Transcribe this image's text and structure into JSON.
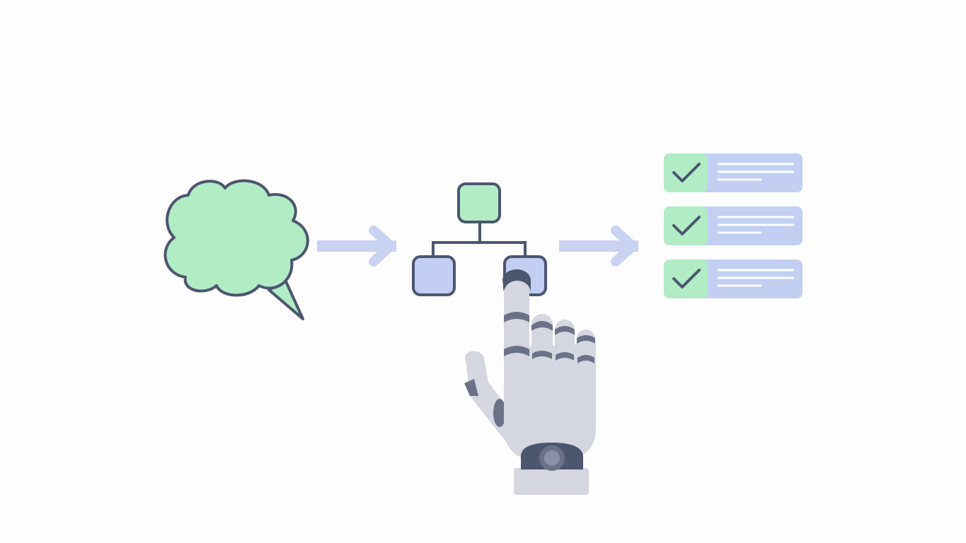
{
  "diagram": {
    "stages": [
      {
        "id": "thought",
        "icon": "thought-bubble-icon"
      },
      {
        "id": "hierarchy",
        "icon": "tree-diagram-icon"
      },
      {
        "id": "checklist",
        "icon": "checklist-icon"
      }
    ],
    "checklist_items": 3,
    "pointer": "robot-hand-icon"
  },
  "colors": {
    "background": "#fdfdfd",
    "green_fill": "#b1ecc5",
    "blue_fill": "#c2cff3",
    "outline": "#4c566f",
    "arrow": "#c9d3f1",
    "hand_light": "#d4d7e0",
    "hand_dark": "#6b7288"
  }
}
